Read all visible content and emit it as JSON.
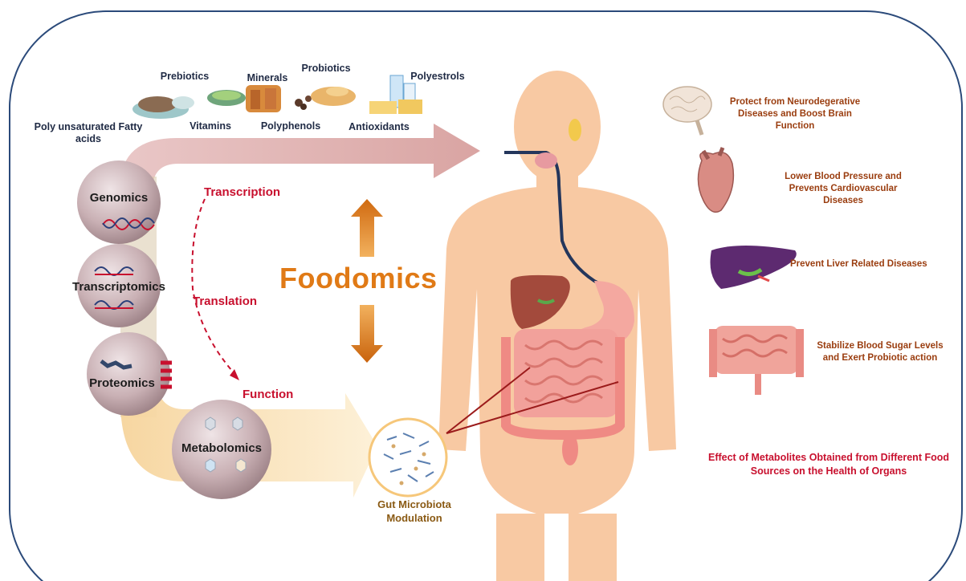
{
  "foods": [
    {
      "id": "prebiotics",
      "label": "Prebiotics"
    },
    {
      "id": "minerals",
      "label": "Minerals"
    },
    {
      "id": "probiotics",
      "label": "Probiotics"
    },
    {
      "id": "polyestrols",
      "label": "Polyestrols"
    },
    {
      "id": "pufa",
      "label": "Poly unsaturated Fatty acids"
    },
    {
      "id": "vitamins",
      "label": "Vitamins"
    },
    {
      "id": "polyphenols",
      "label": "Polyphenols"
    },
    {
      "id": "antioxidants",
      "label": "Antioxidants"
    }
  ],
  "omics": [
    "Genomics",
    "Transcriptomics",
    "Proteomics",
    "Metabolomics"
  ],
  "central_dogma": [
    "Transcription",
    "Translation",
    "Function"
  ],
  "center_title": "Foodomics",
  "gut": "Gut Microbiota Modulation",
  "benefits": [
    {
      "organ": "brain-icon",
      "text": "Protect from Neurodegerative Diseases and Boost Brain Function"
    },
    {
      "organ": "heart-icon",
      "text": "Lower Blood Pressure and Prevents Cardiovascular Diseases"
    },
    {
      "organ": "liver-icon",
      "text": "Prevent Liver Related Diseases"
    },
    {
      "organ": "intestine-icon",
      "text": "Stabilize Blood Sugar Levels and Exert Probiotic action"
    }
  ],
  "effect_caption": "Effect of Metabolites Obtained from Different Food Sources on the Health of Organs",
  "colors": {
    "frame": "#2b4a7a",
    "arrow_top": "#d49a9a",
    "arrow_bottom": "#f7cf8a",
    "accent": "#e07a16",
    "red": "#c8102e",
    "skin": "#f8c9a3"
  }
}
